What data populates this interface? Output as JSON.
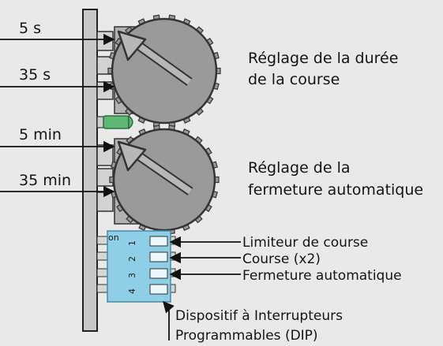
{
  "diagram": {
    "left_labels": {
      "t1": "5 s",
      "t2": "35 s",
      "t3": "5 min",
      "t4": "35 min"
    },
    "dial_captions": {
      "course_line1": "Réglage de la durée",
      "course_line2": "de la course",
      "close_line1": "Réglage de la",
      "close_line2": "fermeture automatique"
    },
    "dip_switch": {
      "on_label": "on",
      "numbers": [
        "1",
        "2",
        "3",
        "4"
      ],
      "switch_labels": {
        "s1": "Limiteur de course",
        "s2": "Course (x2)",
        "s3": "Fermeture automatique"
      },
      "caption_line1": "Dispositif à Interrupteurs",
      "caption_line2": "Programmables (DIP)"
    },
    "colors": {
      "background": "#e9e9e9",
      "board": "#c9c9c9",
      "dial": "#9a9a9a",
      "dip_body": "#8ecfe6",
      "led": "#5cb874"
    }
  }
}
